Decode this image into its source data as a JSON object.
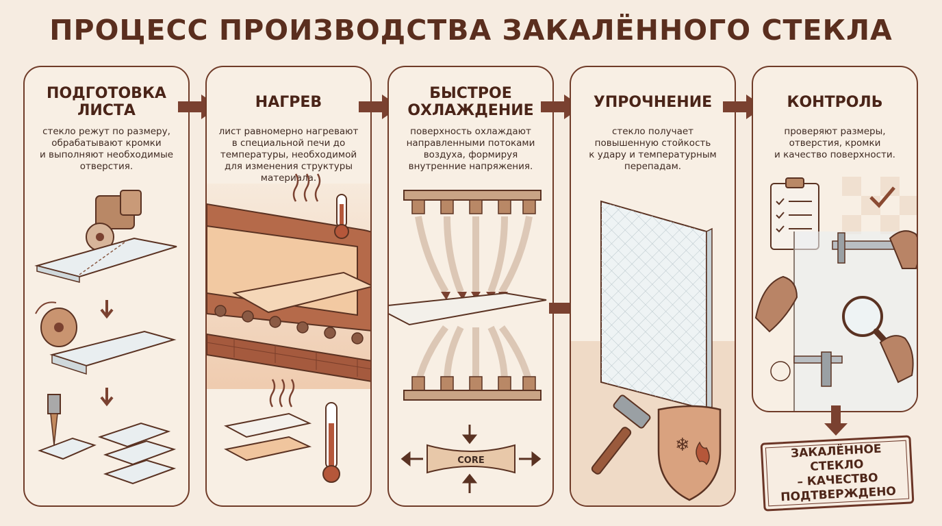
{
  "title": "ПРОЦЕСС ПРОИЗВОДСТВА ЗАКАЛЁННОГО СТЕКЛА",
  "steps": [
    {
      "title": "ПОДГОТОВКА\nЛИСТА",
      "description": "стекло режут по размеру,\nобрабатывают кромки\nи выполняют необходимые\nотверстия."
    },
    {
      "title": "НАГРЕВ",
      "description": "лист равномерно нагревают\nв специальной печи до\nтемпературы, необходимой\nдля изменения структуры\nматериала."
    },
    {
      "title": "БЫСТРОЕ\nОХЛАЖДЕНИЕ",
      "description": "поверхность охлаждают\nнаправленными потоками\nвоздуха, формируя\nвнутренние напряжения."
    },
    {
      "title": "УПРОЧНЕНИЕ",
      "description": "стекло получает\nповышенную стойкость\nк удару и температурным\nперепадам."
    },
    {
      "title": "КОНТРОЛЬ",
      "description": "проверяют размеры,\nотверстия, кромки\nи качество поверхности."
    }
  ],
  "core_label": "CORE",
  "stamp": "ЗАКАЛЁННОЕ СТЕКЛО\n– КАЧЕСТВО\nПОДТВЕРЖДЕНО",
  "colors": {
    "accent": "#7a4130",
    "background": "#f6ece1",
    "panel_border": "#6f3b28",
    "heat": "#e9b48c"
  },
  "icons": [
    "saw-icon",
    "grinder-icon",
    "drill-icon",
    "furnace-icon",
    "thermometer-icon",
    "air-nozzle-icon",
    "hammer-icon",
    "shield-icon",
    "clipboard-icon",
    "caliper-icon",
    "magnifier-icon",
    "checkmark-icon"
  ]
}
